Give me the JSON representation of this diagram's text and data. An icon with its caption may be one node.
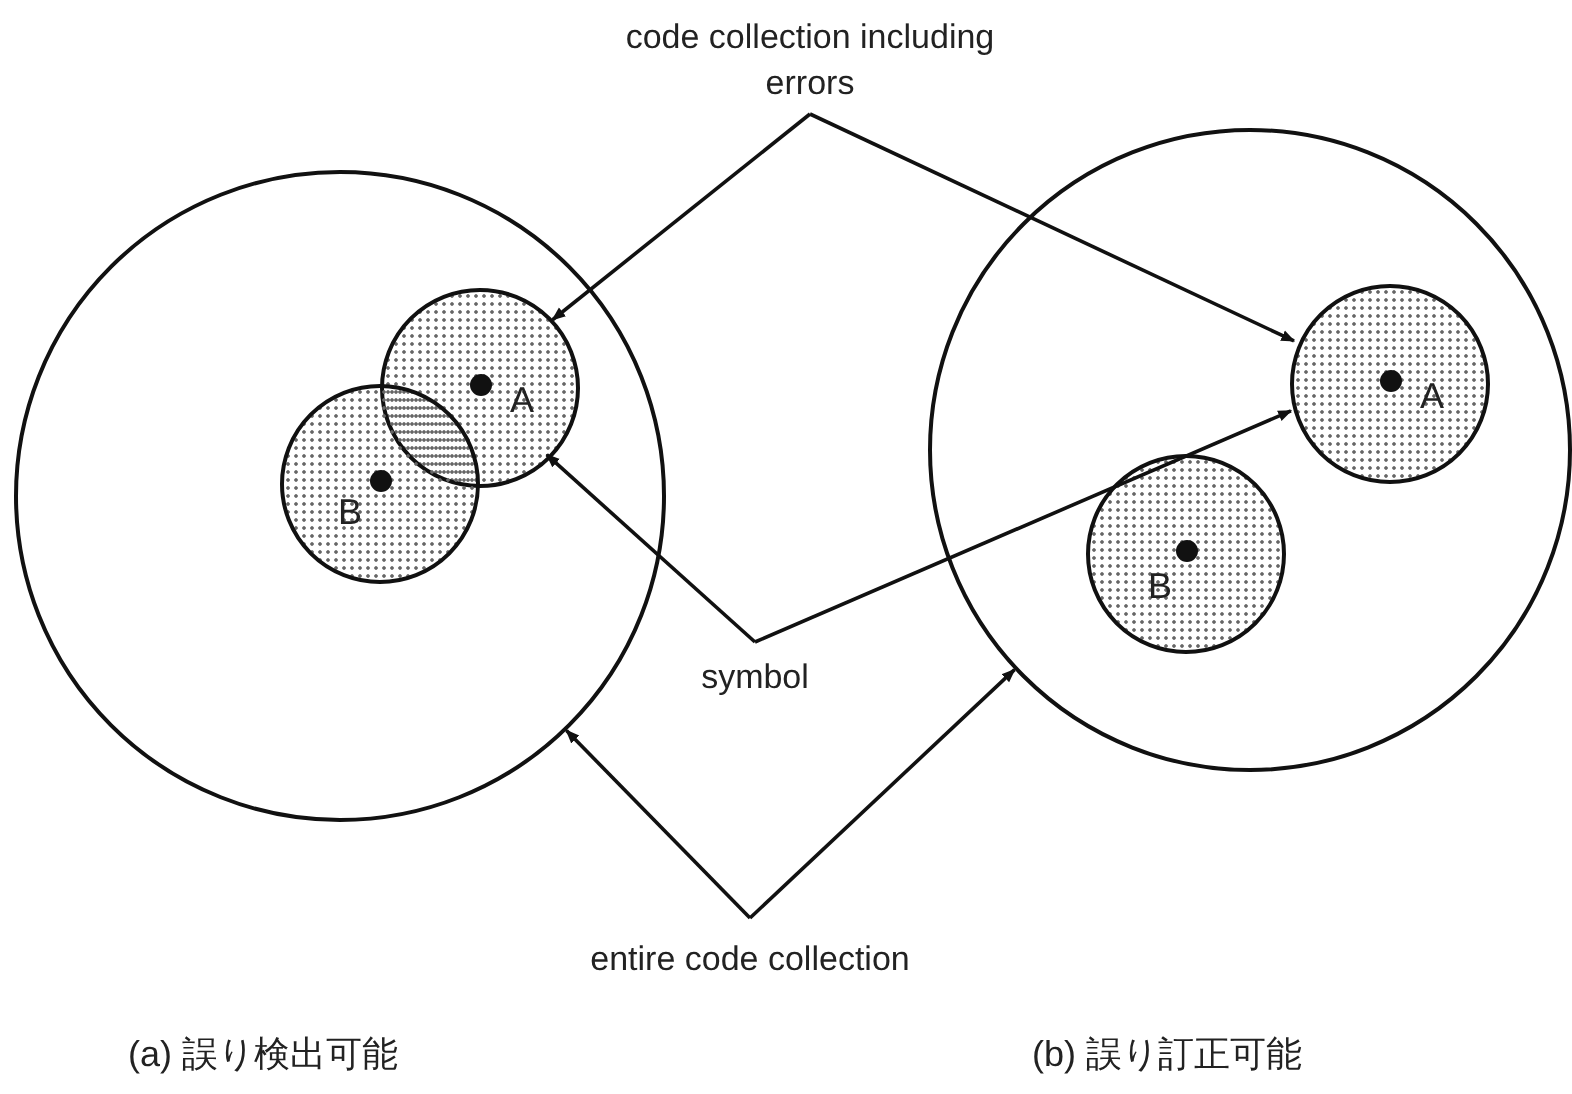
{
  "diagram": {
    "nodes": [
      {
        "text": [
          "code collection including errors"
        ]
      },
      {
        "text": [],
        "shape": "circle"
      },
      {
        "text": [
          "A"
        ],
        "in": 1
      },
      {
        "text": [
          "B"
        ],
        "in": 1
      },
      {
        "text": [],
        "shape": "circle"
      },
      {
        "text": [
          "A"
        ],
        "in": 4
      },
      {
        "text": [
          "B"
        ],
        "in": 4
      },
      {
        "text": [
          "symbol"
        ]
      },
      {
        "text": [
          "entire code collection"
        ]
      }
    ],
    "edges": [
      {
        "from": 0,
        "to": 2,
        "arrow": "to"
      },
      {
        "from": 0,
        "to": 5,
        "arrow": "to"
      },
      {
        "from": 7,
        "to": 2,
        "arrow": "to"
      },
      {
        "from": 7,
        "to": 5,
        "arrow": "to"
      },
      {
        "from": 8,
        "to": 1,
        "arrow": "to"
      },
      {
        "from": 8,
        "to": 4,
        "arrow": "to"
      }
    ],
    "labels": [
      "(a) 誤り検出可能",
      "(b) 誤り訂正可能"
    ]
  }
}
